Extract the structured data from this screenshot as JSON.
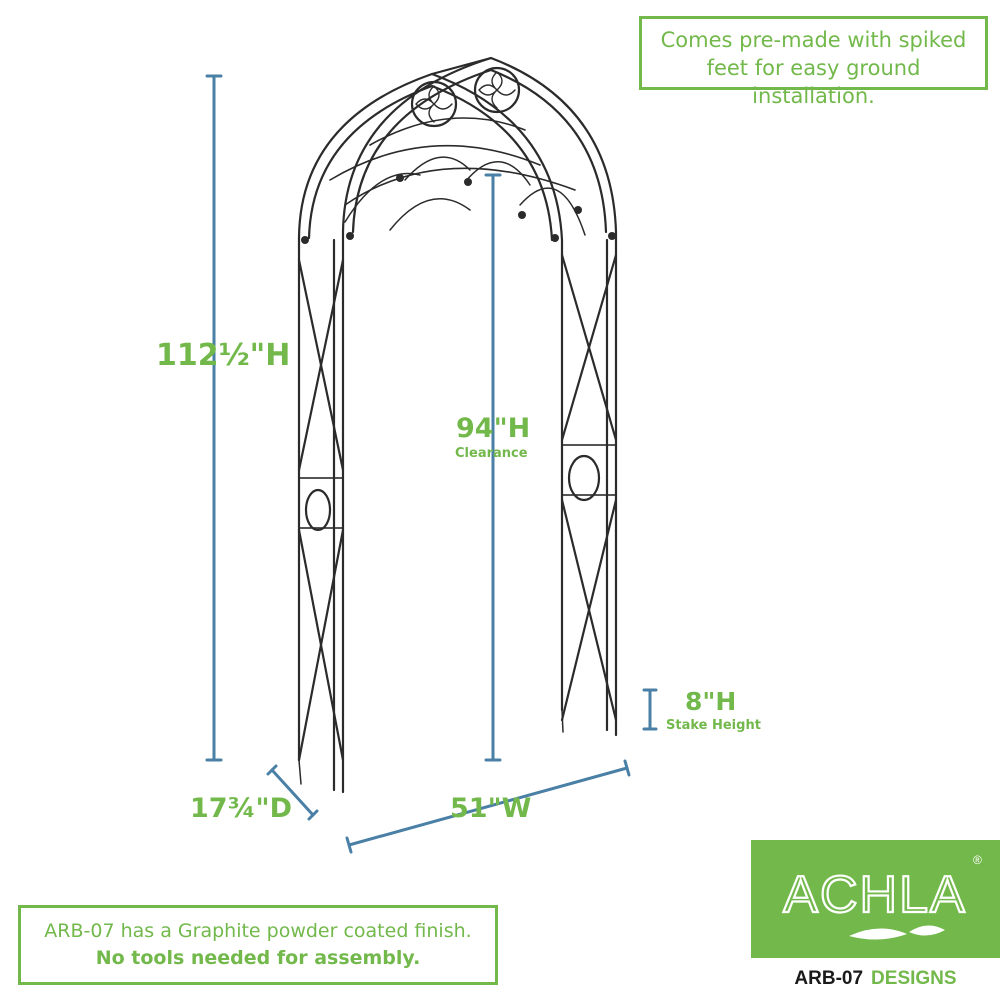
{
  "notes": {
    "top_line1": "Comes pre-made with spiked",
    "top_line2": "feet for easy ground installation.",
    "bottom_line1": "ARB-07 has a Graphite powder coated finish.",
    "bottom_line2": "No tools needed for assembly."
  },
  "dimensions": {
    "height": "112½\"H",
    "clearance_value": "94\"H",
    "clearance_label": "Clearance",
    "stake_value": "8\"H",
    "stake_label": "Stake Height",
    "depth": "17¾\"D",
    "width": "51\"W"
  },
  "brand": {
    "logo_text": "ACHLA",
    "registered": "®",
    "model": "ARB-07",
    "designs": "DESIGNS"
  },
  "colors": {
    "accent_green": "#72b84b",
    "dimension_blue": "#4a7fa6",
    "arbor_graphite": "#2b2b2b"
  }
}
